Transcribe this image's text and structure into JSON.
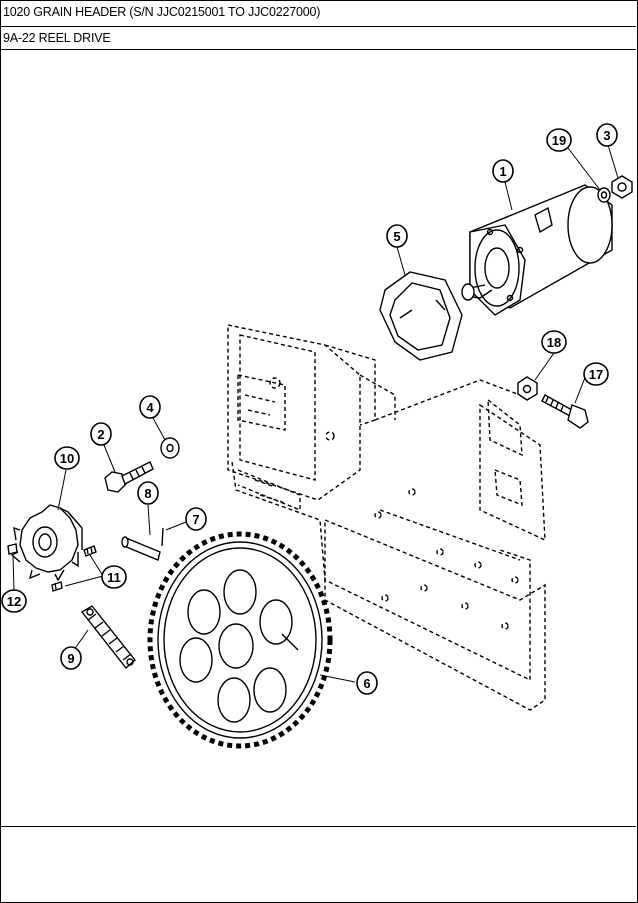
{
  "header": {
    "title": "1020 GRAIN HEADER (S/N JJC0215001 TO JJC0227000)",
    "subtitle": "9A-22 REEL DRIVE"
  },
  "callouts": [
    {
      "id": "1",
      "label": "1"
    },
    {
      "id": "2",
      "label": "2"
    },
    {
      "id": "3",
      "label": "3"
    },
    {
      "id": "4",
      "label": "4"
    },
    {
      "id": "5",
      "label": "5"
    },
    {
      "id": "6",
      "label": "6"
    },
    {
      "id": "7",
      "label": "7"
    },
    {
      "id": "8",
      "label": "8"
    },
    {
      "id": "9",
      "label": "9"
    },
    {
      "id": "10",
      "label": "10"
    },
    {
      "id": "11",
      "label": "11"
    },
    {
      "id": "12",
      "label": "12"
    },
    {
      "id": "17",
      "label": "17"
    },
    {
      "id": "18",
      "label": "18"
    },
    {
      "id": "19",
      "label": "19"
    }
  ]
}
